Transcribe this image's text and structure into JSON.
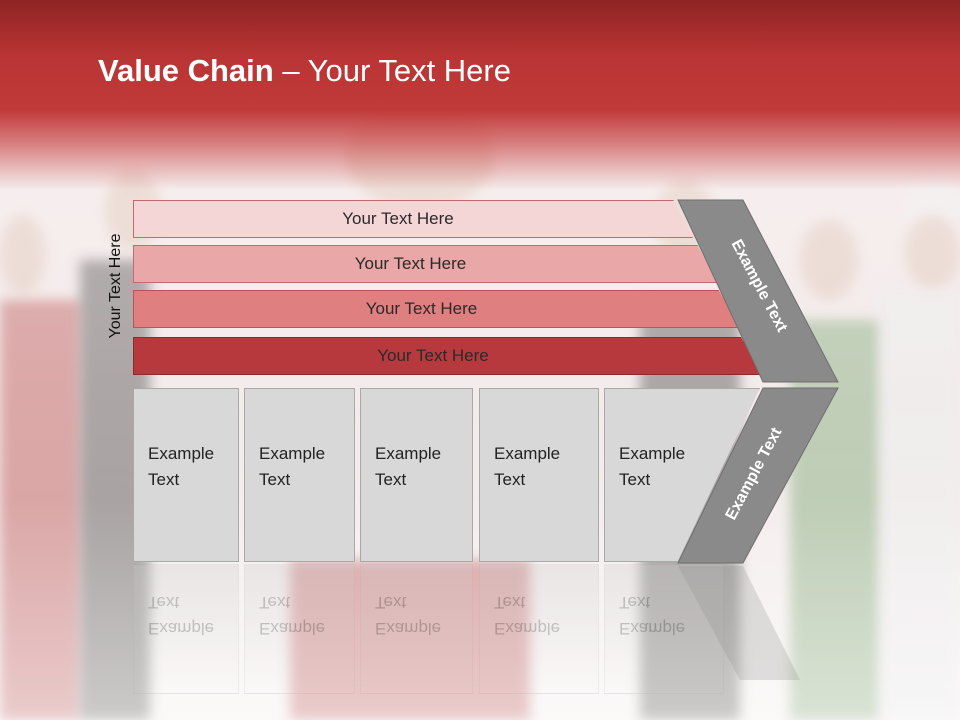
{
  "title": {
    "bold": "Value Chain",
    "rest": " – Your Text Here"
  },
  "side_label": "Your Text Here",
  "rows": [
    {
      "label": "Your Text Here"
    },
    {
      "label": "Your Text Here"
    },
    {
      "label": "Your Text Here"
    },
    {
      "label": "Your Text Here"
    }
  ],
  "boxes": [
    {
      "line1": "Example",
      "line2": "Text"
    },
    {
      "line1": "Example",
      "line2": "Text"
    },
    {
      "line1": "Example",
      "line2": "Text"
    },
    {
      "line1": "Example",
      "line2": "Text"
    },
    {
      "line1": "Example",
      "line2": "Text"
    }
  ],
  "chevron": {
    "upper_label": "Example Text",
    "lower_label": "Example Text"
  },
  "colors": {
    "header_red": "#b93434",
    "row1": "#f4d6d6",
    "row2": "#e9a7a7",
    "row3": "#df7f7f",
    "row4": "#b7393d",
    "box_gray": "#d8d8d8",
    "chevron_gray": "#8a8a8a"
  }
}
